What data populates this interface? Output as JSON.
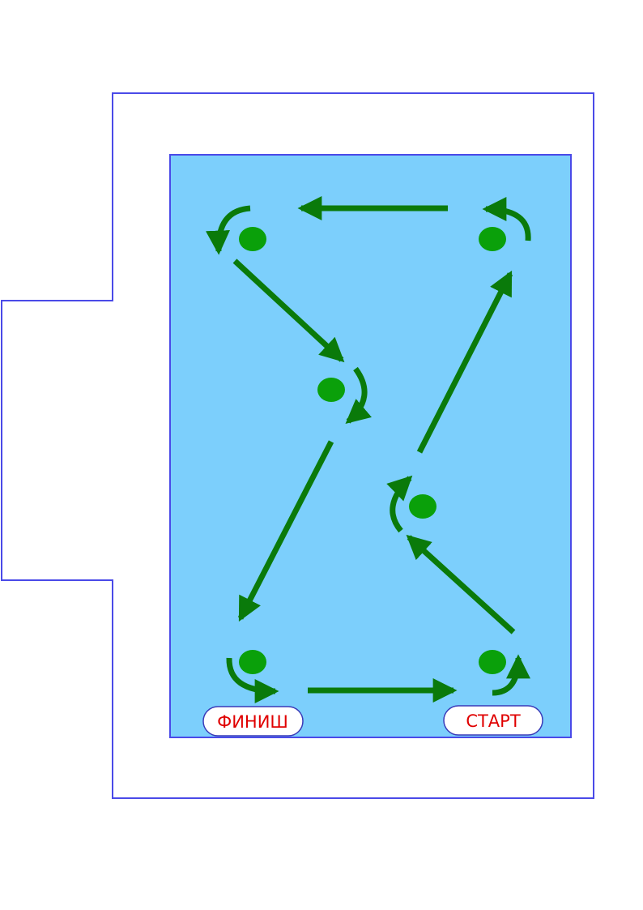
{
  "labels": {
    "start": "СТАРТ",
    "finish": "ФИНИШ"
  },
  "colors": {
    "outline": "#4a4ae8",
    "pool_fill": "#7ccffc",
    "arrow": "#0a7a0a",
    "marker": "#0aa00a",
    "label_text": "#e00000",
    "label_border": "#3a3ab8",
    "label_fill": "#ffffff"
  },
  "icons": {
    "marker": "green-dot",
    "path": "straight-arrow",
    "turn": "curved-turn-arrow"
  }
}
